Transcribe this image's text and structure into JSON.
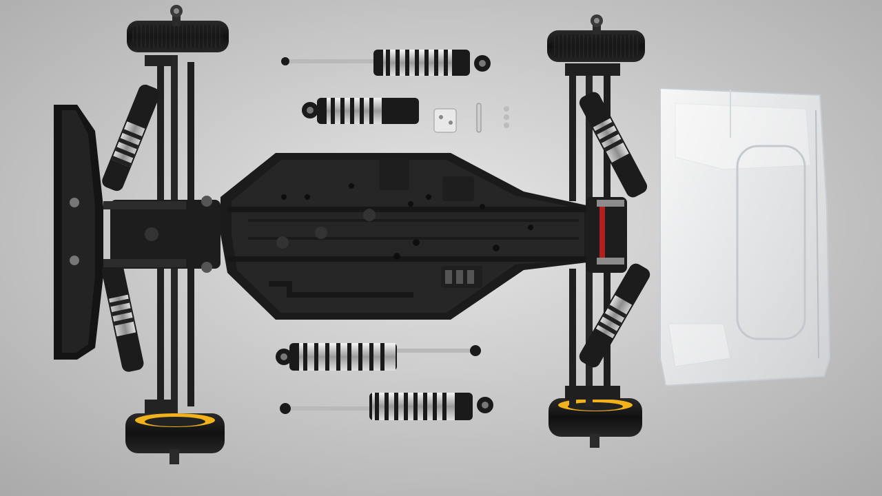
{
  "scene": {
    "description_free": true,
    "background": {
      "center": "#e6e6e6",
      "edge": "#a9a9a9"
    },
    "colors": {
      "plastic": "#1c1c1c",
      "plastic_light": "#333333",
      "tire": "#1a1a1a",
      "wheel_accent": "#f2b21b",
      "spring": "#d9d9d9",
      "rod": "#b9b9b9",
      "body_shell": "#f4f6f8",
      "red_accent": "#b22020"
    },
    "components": [
      "front-wheels",
      "rear-wheels",
      "chassis-plate",
      "front-wing",
      "shock-absorbers",
      "suspension-links",
      "clear-body-shell",
      "small-hardware"
    ]
  }
}
